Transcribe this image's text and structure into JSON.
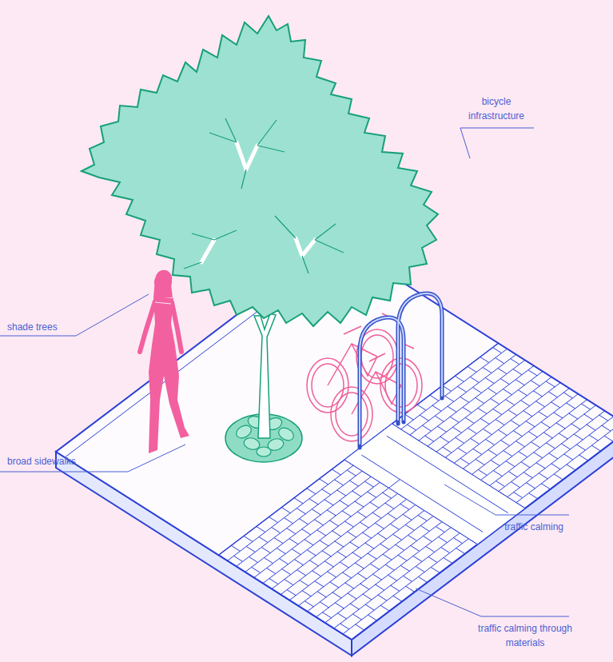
{
  "diagram": {
    "labels": [
      "shade trees",
      "bicycle infrastructure",
      "broad sidewalks",
      "traffic calming",
      "traffic calming through materials"
    ]
  }
}
